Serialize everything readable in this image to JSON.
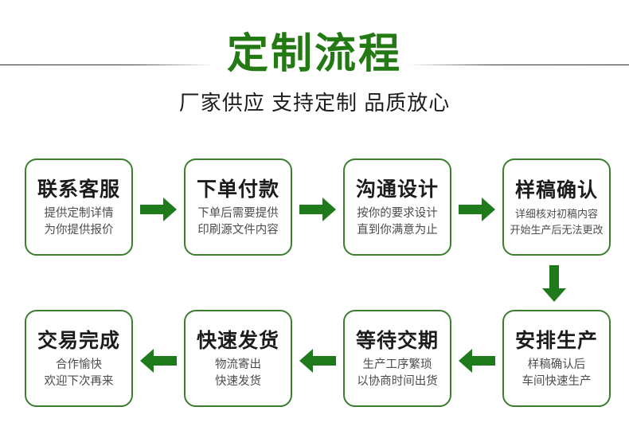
{
  "header": {
    "title": "定制流程",
    "subtitle": "厂家供应 支持定制 品质放心",
    "title_color": "#237a14",
    "subtitle_color": "#1d1d1d",
    "rule_color": "#2b2b2b"
  },
  "theme": {
    "box_border_color": "#3c7d30",
    "arrow_color": "#1f7a1c",
    "step_title_color": "#1c1c1c",
    "step_desc_color": "#4d4d4d",
    "background": "#ffffff"
  },
  "flow": {
    "steps": [
      {
        "index": 1,
        "title": "联系客服",
        "desc_line1": "提供定制详情",
        "desc_line2": "为你提供报价"
      },
      {
        "index": 2,
        "title": "下单付款",
        "desc_line1": "下单后需要提供",
        "desc_line2": "印刷源文件内容"
      },
      {
        "index": 3,
        "title": "沟通设计",
        "desc_line1": "按你的要求设计",
        "desc_line2": "直到你满意为止"
      },
      {
        "index": 4,
        "title": "样稿确认",
        "desc_line1": "详细核对初稿内容",
        "desc_line2": "开始生产后无法更改"
      },
      {
        "index": 5,
        "title": "安排生产",
        "desc_line1": "样稿确认后",
        "desc_line2": "车间快速生产"
      },
      {
        "index": 6,
        "title": "等待交期",
        "desc_line1": "生产工序繁琐",
        "desc_line2": "以协商时间出货"
      },
      {
        "index": 7,
        "title": "快速发货",
        "desc_line1": "物流寄出",
        "desc_line2": "快速发货"
      },
      {
        "index": 8,
        "title": "交易完成",
        "desc_line1": "合作愉快",
        "desc_line2": "欢迎下次再来"
      }
    ],
    "arrows": [
      {
        "id": 1,
        "direction": "right",
        "from": 1,
        "to": 2
      },
      {
        "id": 2,
        "direction": "right",
        "from": 2,
        "to": 3
      },
      {
        "id": 3,
        "direction": "right",
        "from": 3,
        "to": 4
      },
      {
        "id": 4,
        "direction": "down",
        "from": 4,
        "to": 5
      },
      {
        "id": 5,
        "direction": "left",
        "from": 5,
        "to": 6
      },
      {
        "id": 6,
        "direction": "left",
        "from": 6,
        "to": 7
      },
      {
        "id": 7,
        "direction": "left",
        "from": 7,
        "to": 8
      }
    ]
  }
}
